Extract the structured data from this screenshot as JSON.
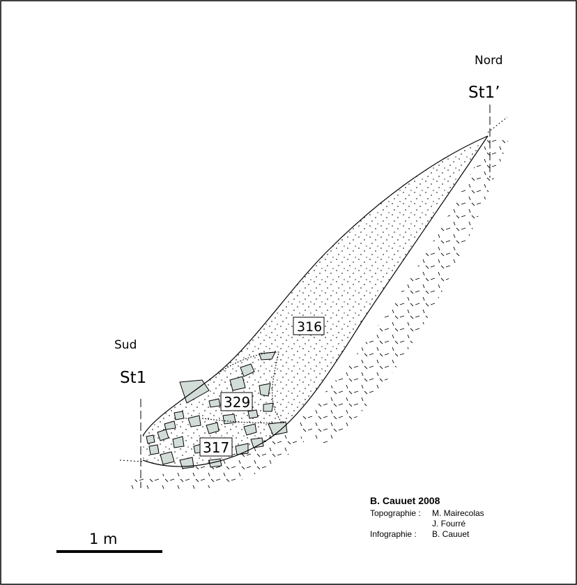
{
  "figure": {
    "north": {
      "direction_label": "Nord",
      "station_label": "St1’"
    },
    "south": {
      "direction_label": "Sud",
      "station_label": "St1"
    },
    "units": [
      {
        "id": "316",
        "label": "316",
        "fill": "stippled sediment"
      },
      {
        "id": "329",
        "label": "329",
        "fill": "rubble with blocks"
      },
      {
        "id": "317",
        "label": "317",
        "fill": "dense rubble"
      }
    ],
    "scale_bar": {
      "label": "1 m"
    },
    "colors": {
      "stone_fill": "#d3ddd8",
      "line": "#000000",
      "frame": "#000000"
    }
  },
  "credits": {
    "author": "B. Cauuet 2008",
    "topo_label": "Topographie :",
    "topo_name_1": "M. Mairecolas",
    "topo_name_2": "J. Fourré",
    "info_label": "Infographie :",
    "info_name": "B. Cauuet"
  }
}
